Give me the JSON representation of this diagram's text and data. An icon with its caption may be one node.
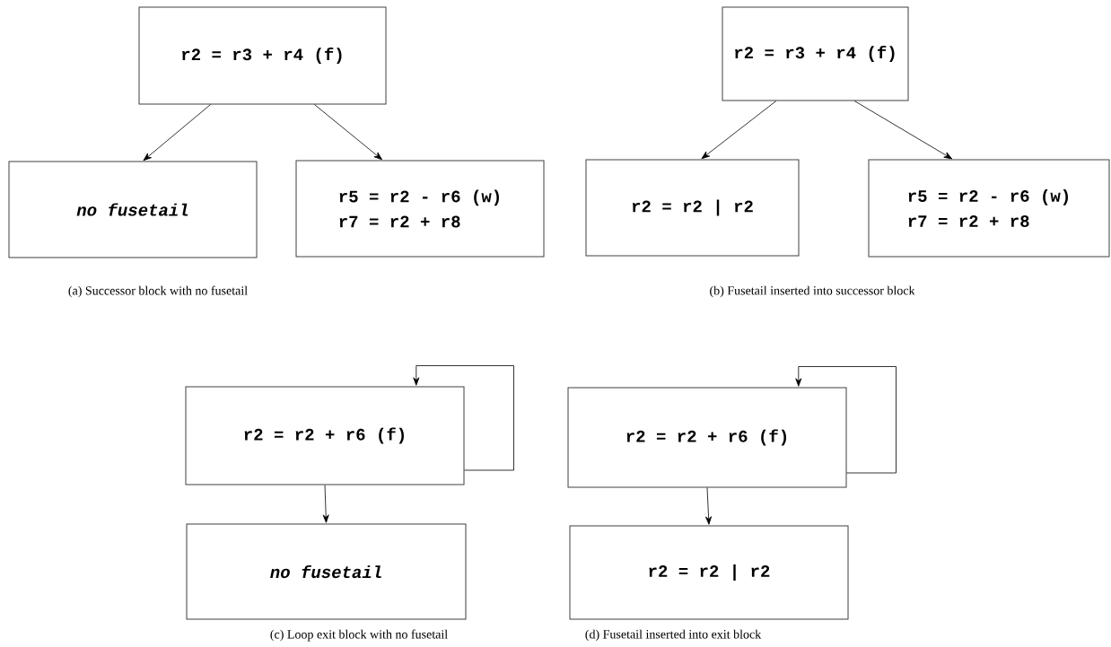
{
  "diagram": {
    "nodes": [
      {
        "text": [
          "r2 = r3 + r4 (f)"
        ]
      },
      {
        "text": [
          "no fusetail"
        ]
      },
      {
        "text": [
          "r5 = r2 - r6 (w)",
          "r7 = r2 + r8"
        ]
      },
      {
        "text": [
          "r2 = r3 + r4 (f)"
        ]
      },
      {
        "text": [
          "r2 = r2 | r2"
        ]
      },
      {
        "text": [
          "r5 = r2 - r6 (w)",
          "r7 = r2 + r8"
        ]
      },
      {
        "text": [
          "r2 = r2 + r6 (f)"
        ]
      },
      {
        "text": [
          "no fusetail"
        ]
      },
      {
        "text": [
          "r2 = r2 + r6 (f)"
        ]
      },
      {
        "text": [
          "r2 = r2 | r2"
        ]
      }
    ],
    "edges": [
      {
        "from": 0,
        "to": 1,
        "arrow": "to"
      },
      {
        "from": 0,
        "to": 2,
        "arrow": "to"
      },
      {
        "from": 3,
        "to": 4,
        "arrow": "to"
      },
      {
        "from": 3,
        "to": 5,
        "arrow": "to"
      },
      {
        "from": 6,
        "to": 6,
        "arrow": "to"
      },
      {
        "from": 6,
        "to": 7,
        "arrow": "to"
      },
      {
        "from": 8,
        "to": 8,
        "arrow": "to"
      },
      {
        "from": 8,
        "to": 9,
        "arrow": "to"
      }
    ],
    "labels": [
      "(a) Successor block with no fusetail",
      "(b) Fusetail inserted into successor block",
      "(c) Loop exit block with no fusetail",
      "(d) Fusetail inserted into exit block"
    ]
  }
}
